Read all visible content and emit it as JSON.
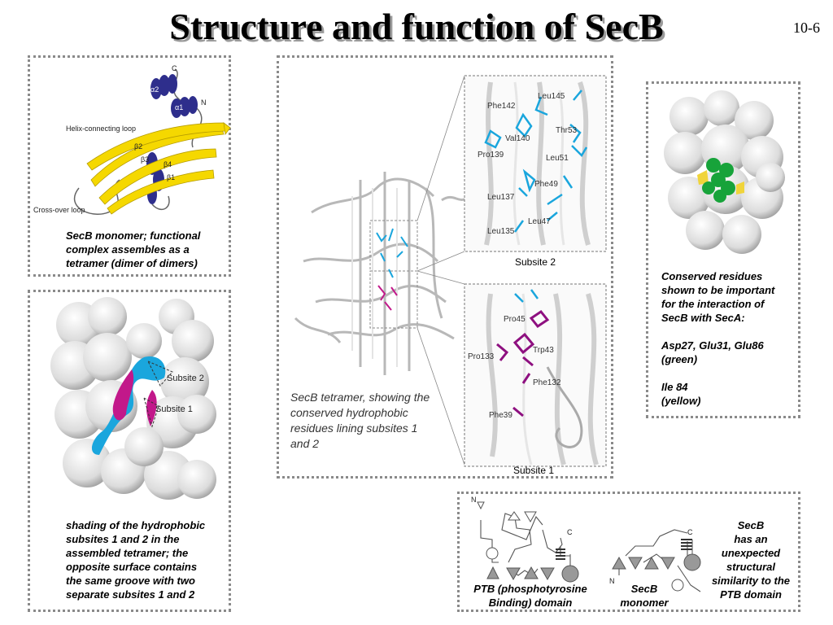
{
  "slide": {
    "title": "Structure and function of SecB",
    "number": "10-6"
  },
  "monomer_panel": {
    "labels": {
      "c": "C",
      "n": "N",
      "alpha2": "α2",
      "alpha1": "α1",
      "helix_loop": "Helix-connecting loop",
      "beta2": "β2",
      "beta3": "β3",
      "beta4": "β4",
      "beta1": "β1",
      "crossover": "Cross-over loop"
    },
    "caption": [
      "SecB monomer; functional",
      "complex assembles as a",
      "tetramer (dimer of dimers)"
    ]
  },
  "surface_panel": {
    "labels": {
      "subsite2": "Subsite 2",
      "subsite1": "Subsite 1"
    },
    "caption": [
      "shading of the hydrophobic",
      "subsites 1 and 2 in the",
      "assembled tetramer; the",
      "opposite surface contains",
      "the same groove with two",
      "separate subsites 1 and 2"
    ]
  },
  "tetramer_panel": {
    "caption": [
      "SecB tetramer, showing the",
      "conserved hydrophobic",
      "residues lining subsites 1",
      "and 2"
    ],
    "subsite2": {
      "label": "Subsite 2",
      "residues": [
        "Leu145",
        "Phe142",
        "Thr53",
        "Val140",
        "Pro139",
        "Leu51",
        "Phe49",
        "Leu137",
        "Leu47",
        "Leu135"
      ]
    },
    "subsite1": {
      "label": "Subsite 1",
      "residues": [
        "Pro45",
        "Pro133",
        "Trp43",
        "Phe132",
        "Phe39"
      ]
    }
  },
  "conserved_panel": {
    "caption": [
      "Conserved residues",
      "shown to be important",
      "for the interaction of",
      "SecB with SecA:",
      "",
      "Asp27, Glu31, Glu86",
      "(green)",
      "",
      "Ile 84",
      "(yellow)"
    ]
  },
  "topology_panel": {
    "ptb": {
      "n": "N",
      "c": "C",
      "label": [
        "PTB (phosphotyrosine",
        "Binding) domain"
      ]
    },
    "secb": {
      "n": "N",
      "c": "C",
      "label": [
        "SecB",
        "monomer"
      ]
    },
    "caption": [
      "SecB",
      "has an",
      "unexpected",
      "structural",
      "similarity to the",
      "PTB domain"
    ]
  },
  "colors": {
    "helix": "#2e2e8c",
    "strand": "#f5d800",
    "cyan": "#1aa6dd",
    "magenta": "#c2188a",
    "green": "#17a33a",
    "yellow": "#f0d43a"
  }
}
